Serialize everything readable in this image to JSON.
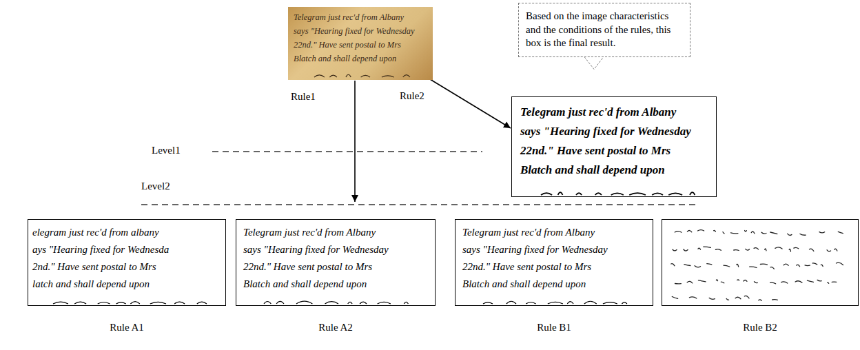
{
  "diagram": {
    "nodes": [
      {
        "text": [
          "Telegram just rec'd from Albany",
          "says \"Hearing fixed for Wednesday",
          "22nd.\" Have sent postal to Mrs",
          "Blatch and shall depend upon"
        ]
      },
      {
        "text": [
          "Based on the image characteristics and the conditions of the rules, this box is the final result."
        ]
      },
      {
        "text": [
          "Telegram just rec'd from Albany",
          "says \"Hearing fixed for Wednesday",
          "22nd.\" Have sent postal to Mrs",
          "Blatch and shall depend upon"
        ]
      },
      {
        "text": [
          "elegram just rec'd from albany",
          "ays \"Hearing fixed for Wednesda",
          "2nd.\" Have sent postal to Mrs",
          "latch and shall depend upon",
          "Rule A1"
        ]
      },
      {
        "text": [
          "Telegram just rec'd from Albany",
          "says \"Hearing fixed for Wednesday",
          "22nd.\" Have sent postal to Mrs",
          "Blatch and shall depend upon",
          "Rule A2"
        ]
      },
      {
        "text": [
          "Telegram just rec'd from Albany",
          "says \"Hearing fixed for Wednesday",
          "22nd.\" Have sent postal to Mrs",
          "Blatch and shall depend upon",
          "Rule B1"
        ]
      },
      {
        "text": [
          "Rule B2"
        ]
      }
    ],
    "edges": [
      {
        "from": 0,
        "to": 2,
        "arrow": "to",
        "label": "Rule2"
      }
    ],
    "labels": [
      "Level1",
      "Rule1",
      "Level2"
    ]
  }
}
